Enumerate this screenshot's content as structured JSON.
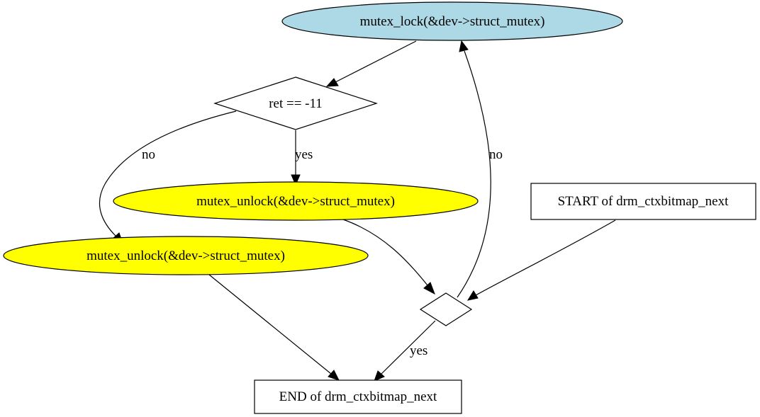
{
  "colors": {
    "lock_fill": "#add8e6",
    "unlock_fill": "#ffff00",
    "plain_fill": "#ffffff",
    "stroke": "#000000"
  },
  "nodes": {
    "lock": {
      "label": "mutex_lock(&dev->struct_mutex)"
    },
    "ret_check": {
      "label": "ret == -11"
    },
    "unlock_yes": {
      "label": "mutex_unlock(&dev->struct_mutex)"
    },
    "unlock_no": {
      "label": "mutex_unlock(&dev->struct_mutex)"
    },
    "decision": {
      "label": ""
    },
    "start": {
      "label": "START of drm_ctxbitmap_next"
    },
    "end": {
      "label": "END of drm_ctxbitmap_next"
    }
  },
  "edges": {
    "ret_no": {
      "label": "no"
    },
    "ret_yes": {
      "label": "yes"
    },
    "decision_no": {
      "label": "no"
    },
    "decision_yes": {
      "label": "yes"
    }
  }
}
